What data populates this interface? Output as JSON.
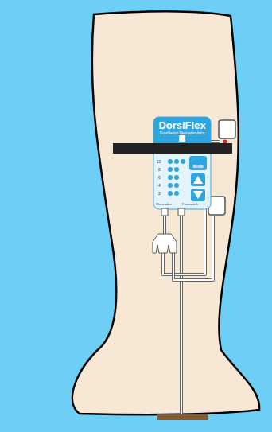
{
  "diagram": {
    "nodes": [
      {
        "text": [
          "DorsiFlex",
          "Dorsiflexion Neurostimulator"
        ]
      },
      {
        "text": [
          "Mode"
        ],
        "in": 0
      }
    ],
    "labels": [
      "10",
      "8",
      "6",
      "4",
      "2",
      "Electrodes",
      "Footswitch"
    ]
  }
}
